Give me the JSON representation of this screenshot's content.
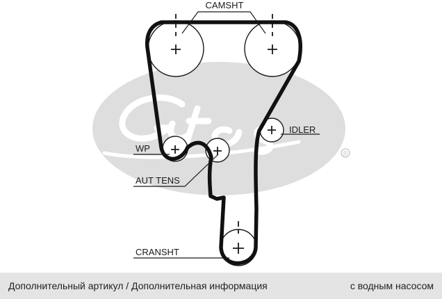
{
  "diagram": {
    "labels": {
      "camshaft": "CAMSHT",
      "idler": "IDLER",
      "water_pump": "WP",
      "auto_tensioner": "AUT TENS",
      "crankshaft": "CRANSHT"
    },
    "registered_mark": "®",
    "logo_text": "Gates"
  },
  "footer": {
    "left": "Дополнительный артикул / Дополнительная информация",
    "right": "с водным насосом"
  }
}
